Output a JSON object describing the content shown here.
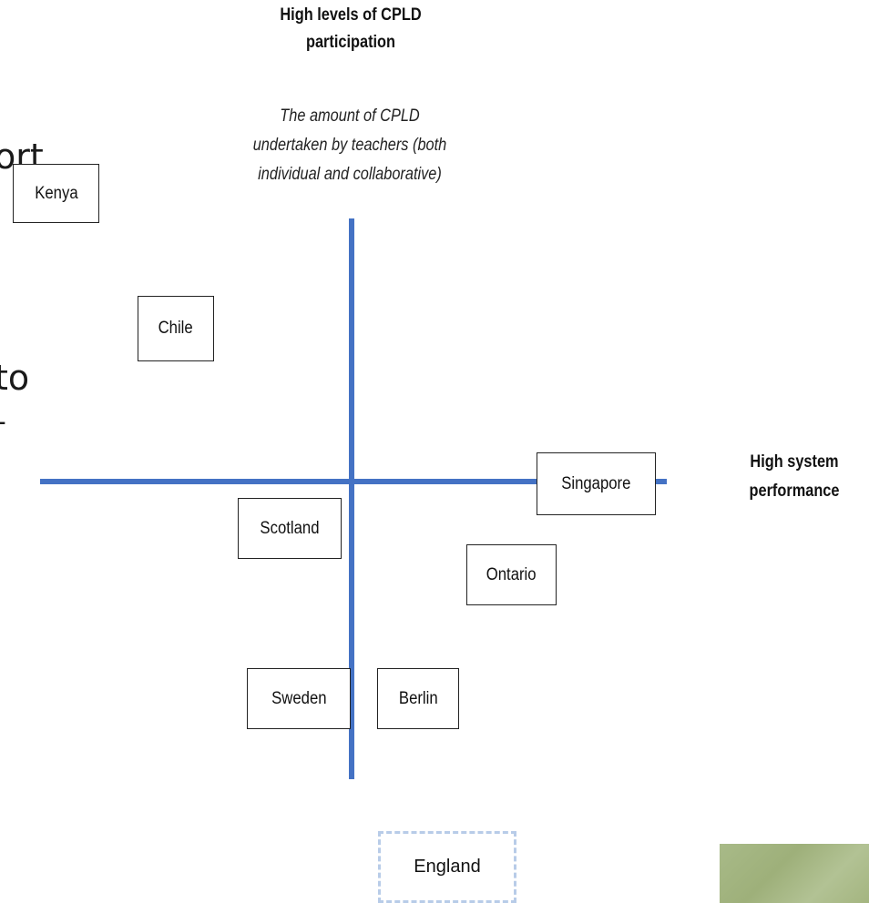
{
  "vertical_axis": {
    "title_lines": [
      "High levels of CPLD",
      "participation"
    ],
    "description_lines": [
      "The amount of CPLD",
      "undertaken by teachers (both",
      "individual and collaborative)"
    ]
  },
  "horizontal_axis": {
    "label_lines": [
      "High system",
      "performance"
    ]
  },
  "background_fragments": [
    "ort",
    "to",
    "-"
  ],
  "nodes": [
    {
      "label": "Kenya"
    },
    {
      "label": "Chile"
    },
    {
      "label": "Singapore"
    },
    {
      "label": "Scotland"
    },
    {
      "label": "Ontario"
    },
    {
      "label": "Sweden"
    },
    {
      "label": "Berlin"
    },
    {
      "label": "England"
    }
  ],
  "colors": {
    "axis": "#4472c4",
    "dashed_border": "#b8cce8",
    "photo": "#a8ba88"
  }
}
